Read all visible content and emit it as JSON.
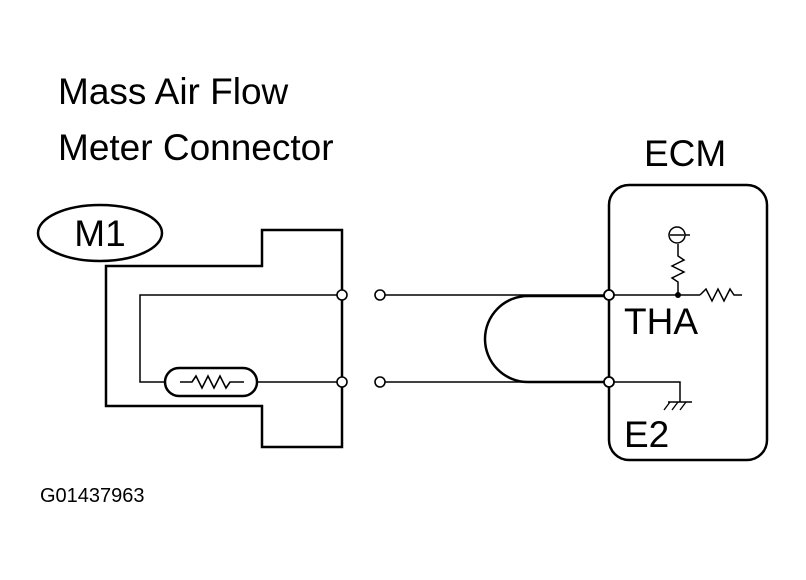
{
  "title": {
    "line1": "Mass Air Flow",
    "line2": "Meter Connector"
  },
  "connector_id": "M1",
  "ecm_label": "ECM",
  "terminals": {
    "tha": "THA",
    "e2": "E2"
  },
  "figure_code": "G01437963",
  "colors": {
    "line": "#000000",
    "background": "#ffffff"
  }
}
